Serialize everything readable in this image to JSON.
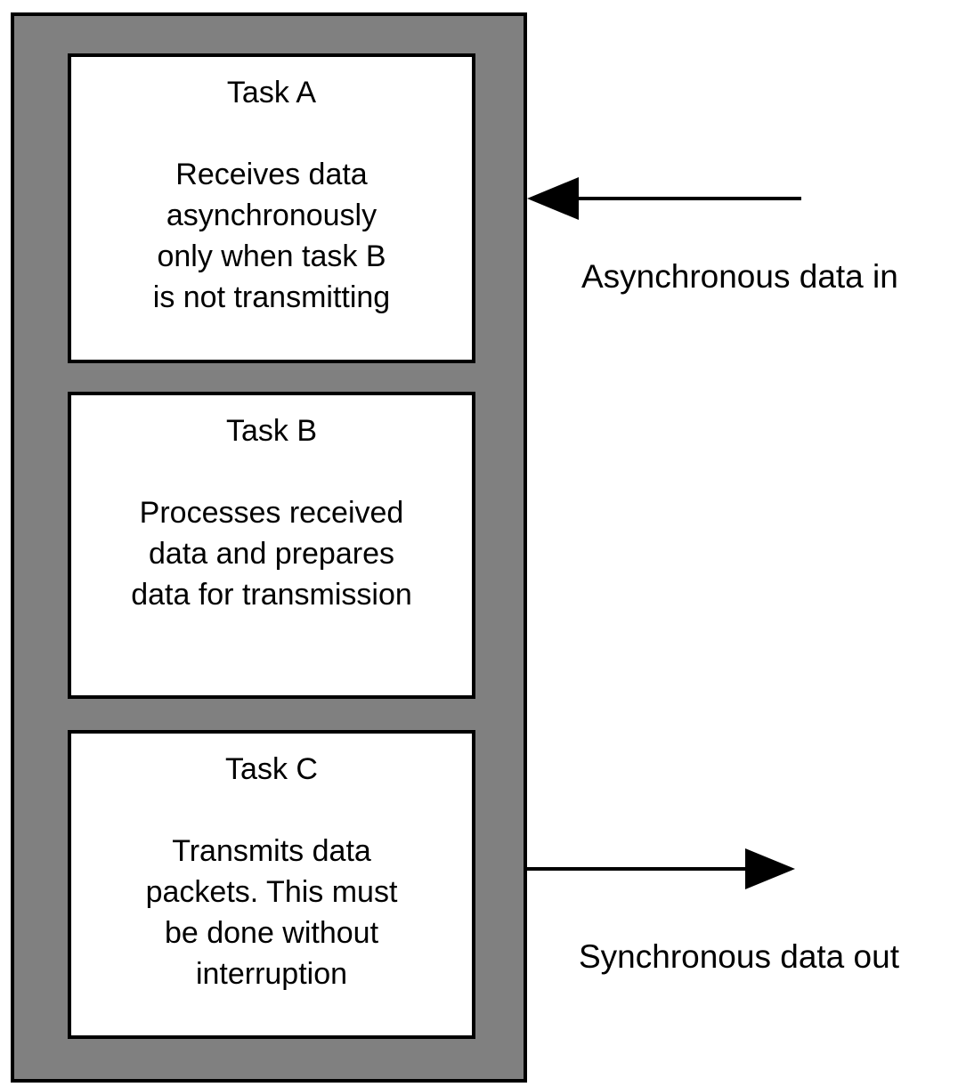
{
  "diagram": {
    "tasks": [
      {
        "title": "Task A",
        "description": "Receives data\nasynchronously\nonly when task B\nis not transmitting"
      },
      {
        "title": "Task B",
        "description": "Processes received\ndata and prepares\ndata for transmission"
      },
      {
        "title": "Task C",
        "description": "Transmits data\npackets. This must\nbe done without\ninterruption"
      }
    ],
    "arrows": {
      "async_in": {
        "label": "Asynchronous data in",
        "direction": "left"
      },
      "sync_out": {
        "label": "Synchronous data out",
        "direction": "right"
      }
    },
    "colors": {
      "container_fill": "#808080",
      "border": "#000000",
      "box_fill": "#ffffff",
      "text": "#000000"
    }
  }
}
